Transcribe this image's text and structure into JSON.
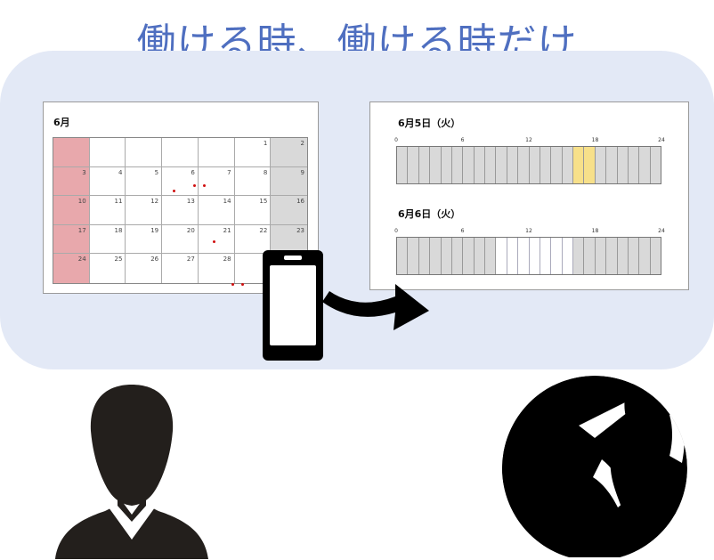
{
  "title": "働ける時、働ける時だけ",
  "calendar": {
    "month_label": "6月",
    "rows": [
      [
        "",
        "",
        "",
        "",
        "",
        "1",
        "2"
      ],
      [
        "3",
        "4",
        "5",
        "6",
        "7",
        "8",
        "9"
      ],
      [
        "10",
        "11",
        "12",
        "13",
        "14",
        "15",
        "16"
      ],
      [
        "17",
        "18",
        "19",
        "20",
        "21",
        "22",
        "23"
      ],
      [
        "24",
        "25",
        "26",
        "27",
        "28",
        "",
        ""
      ]
    ]
  },
  "timelines": [
    {
      "label": "6月5日（火）",
      "ticks": [
        "0",
        "6",
        "12",
        "18",
        "24"
      ],
      "slots": [
        "busy",
        "busy",
        "busy",
        "busy",
        "busy",
        "busy",
        "busy",
        "busy",
        "busy",
        "busy",
        "busy",
        "busy",
        "busy",
        "busy",
        "busy",
        "busy",
        "work",
        "work",
        "busy",
        "busy",
        "busy",
        "busy",
        "busy",
        "busy"
      ]
    },
    {
      "label": "6月6日（火）",
      "ticks": [
        "0",
        "6",
        "12",
        "18",
        "24"
      ],
      "slots": [
        "busy",
        "busy",
        "busy",
        "busy",
        "busy",
        "busy",
        "busy",
        "busy",
        "busy",
        "free",
        "free",
        "free",
        "free",
        "free",
        "free",
        "free",
        "busy",
        "busy",
        "busy",
        "busy",
        "busy",
        "busy",
        "busy",
        "busy"
      ]
    }
  ],
  "colors": {
    "title": "#4f6fc0",
    "band": "#e3e9f6",
    "sunday": "#e8a8ac",
    "saturday": "#d9d9d9",
    "busy": "#d9d9d9",
    "work": "#f7e08a",
    "free": "#ffffff",
    "dot": "#d01010"
  },
  "icons": {
    "device": "smartphone-icon",
    "arrow": "curved-arrow-right-icon",
    "left_person": "businessman-silhouette-icon",
    "right_person": "parent-with-child-silhouette-icon"
  }
}
